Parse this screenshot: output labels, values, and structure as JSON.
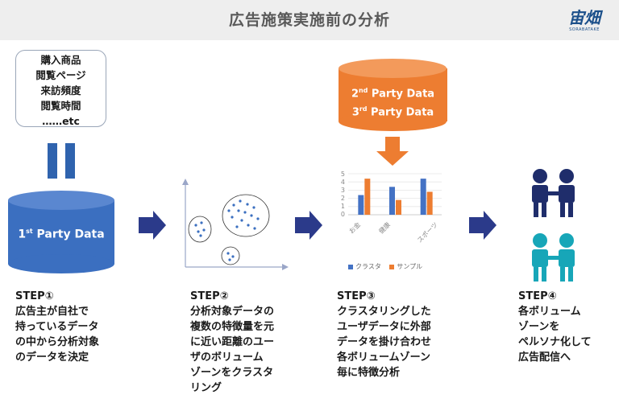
{
  "header": {
    "title": "広告施策実施前の分析",
    "logo_text": "宙畑",
    "logo_sub": "SORABATAKE"
  },
  "attributes": [
    "購入商品",
    "閲覧ページ",
    "来訪頻度",
    "閲覧時間",
    "……etc"
  ],
  "first_party": {
    "sup": "st",
    "pre": "1",
    "post": " Party Data"
  },
  "third_party_db": {
    "line1": {
      "pre": "2",
      "sup": "nd",
      "post": " Party Data"
    },
    "line2": {
      "pre": "3",
      "sup": "rd",
      "post": "  Party Data"
    }
  },
  "steps": [
    {
      "title": "STEP①",
      "text": "広告主が自社で\n持っているデータ\nの中から分析対象\nのデータを決定"
    },
    {
      "title": "STEP②",
      "text": "分析対象データの\n複数の特徴量を元\nに近い距離のユー\nザのボリューム\nゾーンをクラスタ\nリング"
    },
    {
      "title": "STEP③",
      "text": "クラスタリングした\nユーザデータに外部\nデータを掛け合わせ\n各ボリュームゾーン\n毎に特徴分析"
    },
    {
      "title": "STEP④",
      "text": "各ボリューム\nゾーンを\nペルソナ化して\n広告配信へ"
    }
  ],
  "colors": {
    "blue": "#3b6fc0",
    "orange": "#ed7d31",
    "navy": "#1f2d6b",
    "teal": "#17a6b8",
    "arrow": "#2b3a8a"
  },
  "chart_data": {
    "type": "bar",
    "categories": [
      "お金",
      "健康",
      "スポーツ"
    ],
    "series": [
      {
        "name": "クラスタ",
        "values": [
          2.4,
          3.4,
          4.4
        ],
        "color": "#4472c4"
      },
      {
        "name": "サンプル",
        "values": [
          4.4,
          1.8,
          2.8
        ],
        "color": "#ed7d31"
      }
    ],
    "ylim": [
      0,
      5
    ],
    "yticks": [
      "0",
      "1",
      "2",
      "3",
      "4",
      "5"
    ],
    "legend": "bottom"
  }
}
